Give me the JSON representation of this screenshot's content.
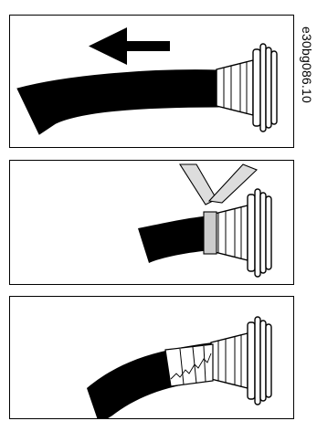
{
  "figure": {
    "code": "e30bg086.10",
    "steps": [
      {
        "id": "step-1",
        "depiction": "hose-removed"
      },
      {
        "id": "step-2",
        "depiction": "tape-wrapping"
      },
      {
        "id": "step-3",
        "depiction": "hose-taped"
      }
    ]
  }
}
